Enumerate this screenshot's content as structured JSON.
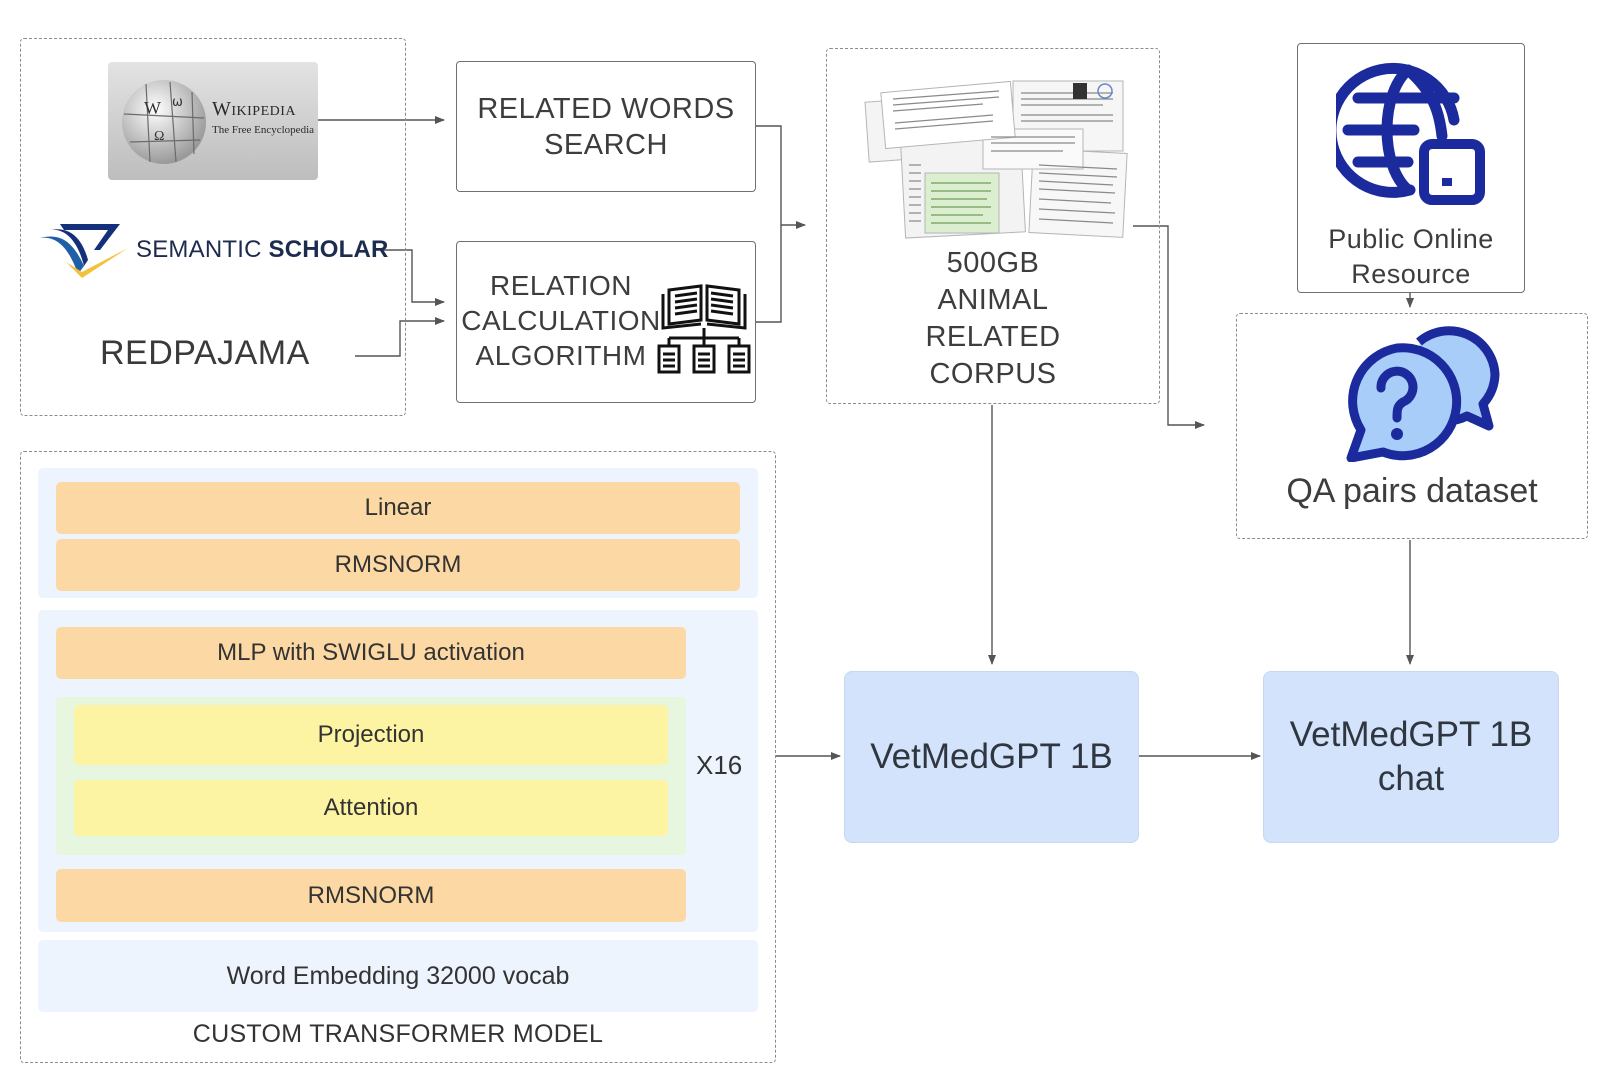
{
  "sources": {
    "wikipedia_title": "Wikipedia",
    "wikipedia_subtitle": "The Free Encyclopedia",
    "semantic_word1": "SEMANTIC",
    "semantic_word2": "SCHOLAR",
    "redpajama": "REDPAJAMA"
  },
  "boxes": {
    "related_words": "RELATED WORDS\nSEARCH",
    "relation_calc": "RELATION\nCALCULATION\nALGORITHM",
    "corpus": "500GB\nANIMAL\nRELATED\nCORPUS",
    "public_resource": "Public Online\nResource",
    "qa_dataset": "QA pairs dataset"
  },
  "model": {
    "caption": "CUSTOM TRANSFORMER MODEL",
    "head_layers": [
      "Linear",
      "RMSNORM"
    ],
    "block_mlp": "MLP with SWIGLU activation",
    "block_projection": "Projection",
    "block_attention": "Attention",
    "block_norm": "RMSNORM",
    "repeat_label": "X16",
    "embedding": "Word Embedding 32000 vocab"
  },
  "outputs": {
    "base_model": "VetMedGPT 1B",
    "chat_model": "VetMedGPT 1B\nchat"
  },
  "colors": {
    "layer_orange": "#fcd9a4",
    "layer_yellow": "#fdf4a3",
    "model_bg": "#eef4fd",
    "attention_group": "#e6f6df",
    "output_card": "#d3e3fb",
    "icon_navy": "#1b2a9c",
    "icon_light_blue": "#a9cdf9"
  },
  "icons": [
    "wikipedia-globe-logo",
    "semantic-scholar-logo",
    "book-hierarchy-icon",
    "papers-collage-image",
    "globe-box-icon",
    "question-chat-bubbles-icon"
  ]
}
